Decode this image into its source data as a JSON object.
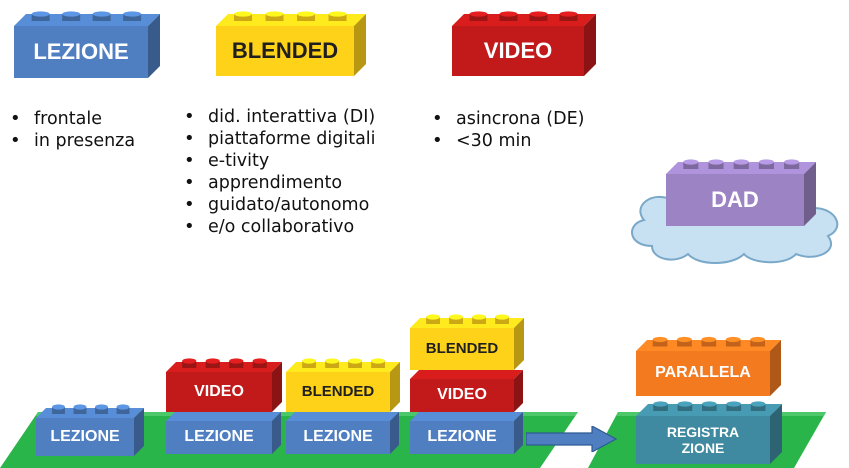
{
  "top_bricks": {
    "lezione": "LEZIONE",
    "blended": "BLENDED",
    "video": "VIDEO",
    "dad": "DAD"
  },
  "lists": {
    "lezione": [
      "frontale",
      "in presenza"
    ],
    "blended": [
      "did. interattiva (DI)",
      "piattaforme digitali",
      "e-tivity",
      "apprendimento",
      "guidato/autonomo",
      "e/o collaborativo"
    ],
    "video": [
      "asincrona (DE)",
      "<30 min"
    ]
  },
  "bottom_bricks": {
    "stack1_lezione": "LEZIONE",
    "stack2_video": "VIDEO",
    "stack2_lezione": "LEZIONE",
    "stack3_blended": "BLENDED",
    "stack3_lezione": "LEZIONE",
    "stack4_blended": "BLENDED",
    "stack4_video": "VIDEO",
    "stack4_lezione": "LEZIONE",
    "result_parallela": "PARALLELA",
    "result_registrazione_1": "REGISTRA",
    "result_registrazione_2": "ZIONE"
  },
  "colors": {
    "blue": "#4f7fc1",
    "yellow": "#ffd21a",
    "red": "#c21a1a",
    "purple": "#9c83c4",
    "orange": "#f47a20",
    "teal": "#3f8aa0",
    "green": "#2ab54a",
    "cloud": "#c7e0f2"
  }
}
